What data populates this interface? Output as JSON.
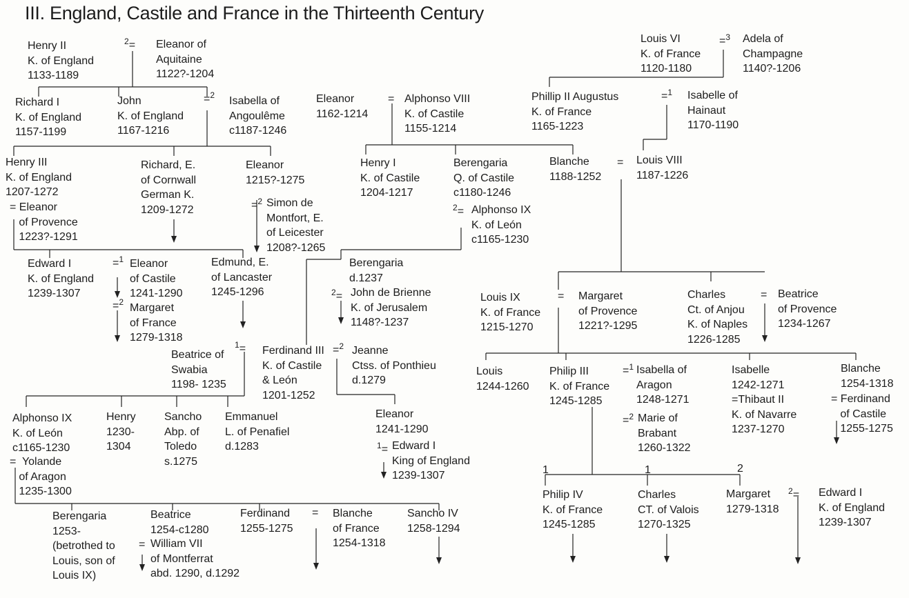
{
  "title": "III. England, Castile and France in the Thirteenth Century",
  "people": {
    "henry2": "Henry II\nK. of England\n1133-1189",
    "eleanor_aquitaine": "Eleanor of\nAquitaine\n1122?-1204",
    "richard1": "Richard I\nK. of England\n1157-1199",
    "john": "John\nK. of England\n1167-1216",
    "isabella_angouleme": "Isabella of\nAngoulême\nc1187-1246",
    "eleanor_1162": "Eleanor\n1162-1214",
    "alphonso8": "Alphonso VIII\nK. of Castile\n1155-1214",
    "louis6": "Louis VI\nK. of France\n1120-1180",
    "adela": "Adela of\nChampagne\n1140?-1206",
    "phillip2": "Phillip II Augustus\nK. of France\n1165-1223",
    "isabelle_hainaut": "Isabelle of\nHainaut\n1170-1190",
    "henry3": "Henry III\nK. of England\n1207-1272",
    "henry3_spouse": "= Eleanor\n   of Provence\n   1223?-1291",
    "richard_cornwall": "Richard, E.\nof Cornwall\nGerman K.\n1209-1272",
    "eleanor_1215": "Eleanor\n1215?-1275",
    "simon": "Simon de\nMontfort, E.\nof Leicester\n1208?-1265",
    "henry1_castile": "Henry I\nK. of Castile\n1204-1217",
    "berengaria_q": "Berengaria\nQ. of Castile\nc1180-1246",
    "alphonso9_a": "Alphonso IX\nK. of León\nc1165-1230",
    "blanche_1188": "Blanche\n1188-1252",
    "louis8": "Louis VIII\n1187-1226",
    "edward1": "Edward I\nK. of England\n1239-1307",
    "eleanor_castile": "Eleanor\nof Castile\n1241-1290",
    "margaret_france": "Margaret\nof France\n1279-1318",
    "edmund": "Edmund, E.\nof Lancaster\n1245-1296",
    "berengaria_1237": "Berengaria\nd.1237",
    "john_brienne": "John de Brienne\nK. of Jerusalem\n1148?-1237",
    "louis9": "Louis IX\nK. of France\n1215-1270",
    "margaret_provence": "Margaret\nof Provence\n1221?-1295",
    "charles_anjou": "Charles\nCt. of Anjou\nK. of Naples\n1226-1285",
    "beatrice_provence": "Beatrice\nof Provence\n1234-1267",
    "beatrice_swabia": "Beatrice of\nSwabia\n1198- 1235",
    "ferdinand3": "Ferdinand III\nK. of Castile\n& León\n1201-1252",
    "jeanne": "Jeanne\nCtss. of Ponthieu\nd.1279",
    "eleanor_1241": "Eleanor\n1241-1290",
    "edward1_king": "Edward I\nKing of England\n1239-1307",
    "louis_1244": "Louis\n1244-1260",
    "philip3": "Philip III\nK. of France\n1245-1285",
    "isabella_aragon": "Isabella of\nAragon\n1248-1271",
    "marie_brabant": "Marie of\nBrabant\n1260-1322",
    "isabelle_1242": "Isabelle\n1242-1271\n=Thibaut II\nK. of Navarre\n1237-1270",
    "blanche_1254a": "Blanche\n1254-1318",
    "ferdinand_castile": "= Ferdinand\n   of Castile\n   1255-1275",
    "alphonso9_b": "Alphonso IX\nK. of León\nc1165-1230",
    "yolande": "=  Yolande\n   of Aragon\n   1235-1300",
    "henry_1230": "Henry\n1230-\n1304",
    "sancho_abp": "Sancho\nAbp. of\nToledo\ns.1275",
    "emmanuel": "Emmanuel\nL. of Penafiel\nd.1283",
    "philip4": "Philip IV\nK. of France\n1245-1285",
    "charles_valois": "Charles\nCT. of Valois\n1270-1325",
    "margaret_1279": "Margaret\n1279-1318",
    "edward1_b": "Edward I\nK. of England\n1239-1307",
    "berengaria_1253": "Berengaria\n1253-\n(betrothed to\nLouis, son of\nLouis IX)",
    "beatrice_1254": "Beatrice\n1254-c1280",
    "william7": "William VII\nof Montferrat\nabd. 1290, d.1292",
    "ferdinand_1255": "Ferdinand\n1255-1275",
    "blanche_1254b": "Blanche\nof France\n1254-1318",
    "sancho4": "Sancho IV\n1258-1294"
  },
  "marriage_marks": {
    "eq": "=",
    "n1": "1",
    "n2": "2",
    "n3": "3"
  }
}
